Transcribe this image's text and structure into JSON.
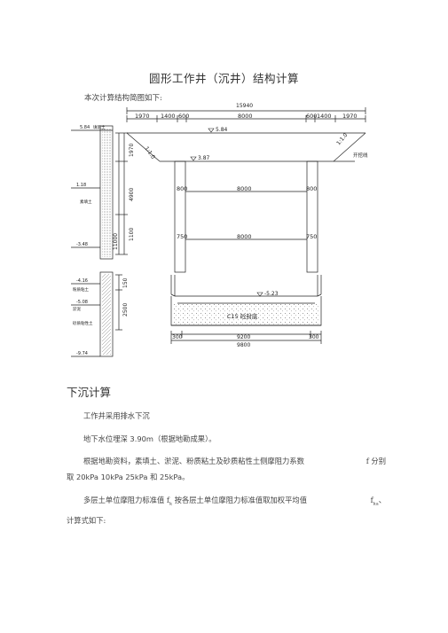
{
  "document": {
    "title": "圆形工作井（沉井）结构计算",
    "intro": "本次计算结构简图如下:",
    "section_heading": "下沉计算",
    "paragraphs": {
      "p1": "工作井采用排水下沉",
      "p2a": "地下水位埋深 ",
      "p2b": "3.90m",
      "p2c": "（根据地勘成果）",
      "p2d": "。",
      "p3a": "根据地勘资料，素填土、淤泥、粉质粘土及砂质粘性土侧摩阻力系数",
      "p3b": "f 分别",
      "p3c": "取 ",
      "p3d": "20kPa 10kPa 25kPa 和 25kPa",
      "p3e": "。",
      "p4a": "多层土单位摩阻力标准值 f",
      "p4sub": "k",
      "p4b": " 按各层土单位摩阻力标准值取加权平均值",
      "p4c": "f",
      "p4csub": "ka",
      "p4d": "、",
      "p4e": "计算式如下:"
    }
  },
  "drawing": {
    "dims_total": "15940",
    "dims_top": [
      "1970",
      "1400",
      "600",
      "8000",
      "600",
      "1400",
      "1970"
    ],
    "level_ground": "5.84",
    "level_ground_left": "5.84",
    "level_inner": "3.87",
    "slope_left": "1:1.0",
    "slope_right": "1:1.0",
    "excavation_line": "开挖线",
    "soil_label_top": "填筑土",
    "soil_label_mid": "素填土",
    "left_level_a": "1.18",
    "left_level_b": "-3.48",
    "left_level_c": "-4.16",
    "left_level_d": "-5.08",
    "left_level_e": "-9.74",
    "soil_label_b": "粉质粘土",
    "soil_label_c": "淤泥",
    "soil_label_d": "砂质粘性土",
    "vert_dims": [
      "1970",
      "4900",
      "1100",
      "150",
      "2500"
    ],
    "vert_total": "11000",
    "wall_upper": "800",
    "wall_lower": "750",
    "inner_width": "8000",
    "level_bottom": "-5.23",
    "concrete_label": "C15 砼封底",
    "bottom_dims": [
      "300",
      "9200",
      "300"
    ],
    "bottom_total": "9800"
  }
}
